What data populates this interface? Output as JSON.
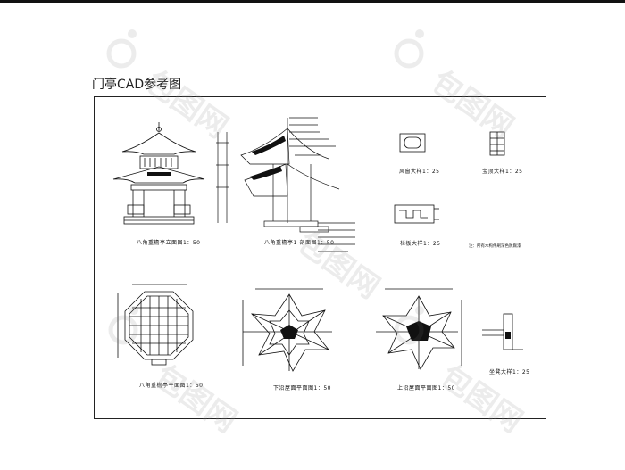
{
  "page": {
    "title": "门亭CAD参考图"
  },
  "drawings": {
    "elevation_caption": "八角重檐亭立面图1：50",
    "section_caption": "八角重檐亭1-剖面图1：50",
    "window_caption": "风窗大样1：25",
    "baoding_caption": "宝顶大样1：25",
    "railing_caption": "栏板大样1：25",
    "plan_caption": "八角重檐亭平面图1：50",
    "lower_roof_caption": "下沿屋面平面图1：50",
    "upper_roof_caption": "上沿屋面平面图1：50",
    "seat_caption": "坐凳大样1：25",
    "note": "注：所有木构件刷深色防腐漆"
  },
  "watermark": {
    "text": "包图网"
  },
  "colors": {
    "line": "#111111",
    "frame": "#222222",
    "watermark": "#999999"
  }
}
